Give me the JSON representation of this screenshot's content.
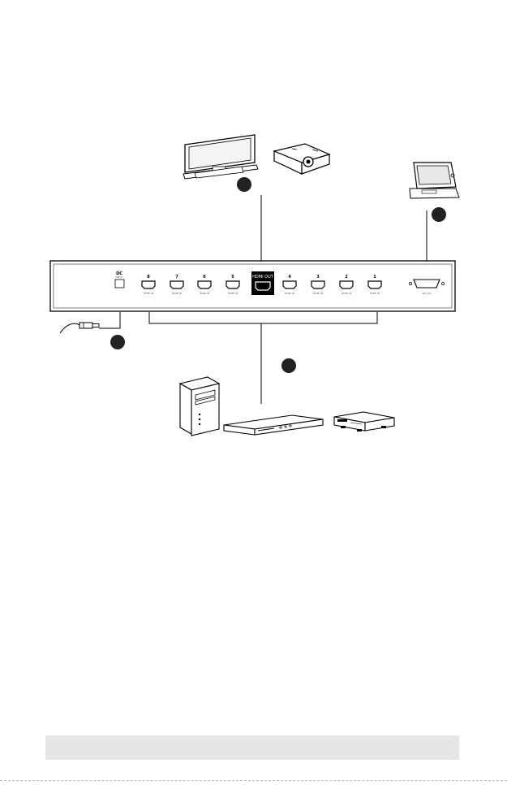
{
  "switch": {
    "power_label": "DC",
    "power_sub": "INPUT",
    "ports": [
      {
        "num": "8",
        "label": "HDMI IN"
      },
      {
        "num": "7",
        "label": "HDMI IN"
      },
      {
        "num": "6",
        "label": "HDMI IN"
      },
      {
        "num": "5",
        "label": "HDMI IN"
      },
      {
        "num": "4",
        "label": "HDMI IN"
      },
      {
        "num": "3",
        "label": "HDMI IN"
      },
      {
        "num": "2",
        "label": "HDMI IN"
      },
      {
        "num": "1",
        "label": "HDMI IN"
      }
    ],
    "output_label": "HDMI OUT",
    "serial_label": "RS-232"
  },
  "devices": {
    "display": "flat-panel-display-icon",
    "projector": "projector-icon",
    "touch_panel": "touch-panel-icon",
    "computer": "tower-computer-icon",
    "player": "media-player-icon",
    "receiver": "set-top-box-icon",
    "power_plug": "power-adapter-icon"
  },
  "colors": {
    "line": "#000000",
    "badge": "#222222",
    "panel": "#ffffff",
    "footer": "#e6e6e6"
  }
}
